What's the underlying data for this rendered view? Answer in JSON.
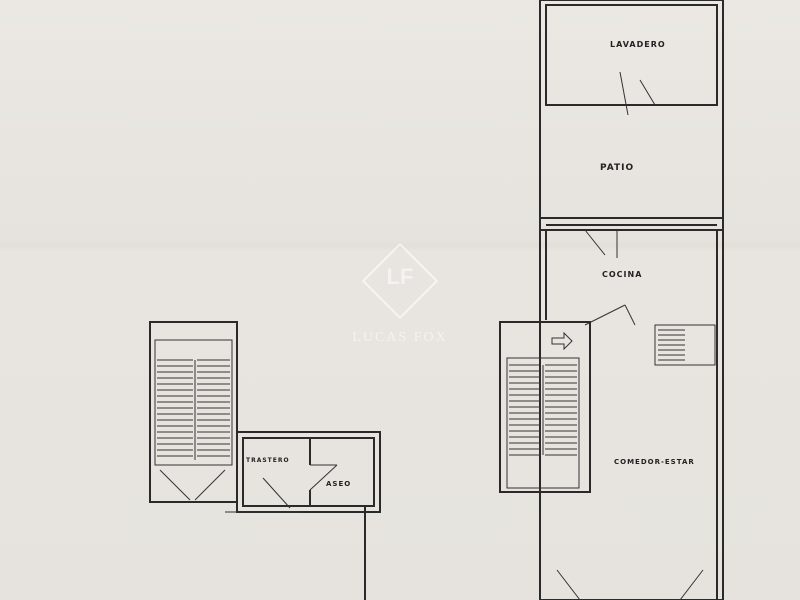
{
  "rooms": {
    "lavadero": "LAVADERO",
    "patio": "PATIO",
    "cocina": "COCINA",
    "comedor": "COMEDOR-ESTAR",
    "trastero": "TRASTERO",
    "aseo": "ASEO"
  },
  "watermark": {
    "logo": "LF",
    "name": "LUCAS FOX"
  }
}
